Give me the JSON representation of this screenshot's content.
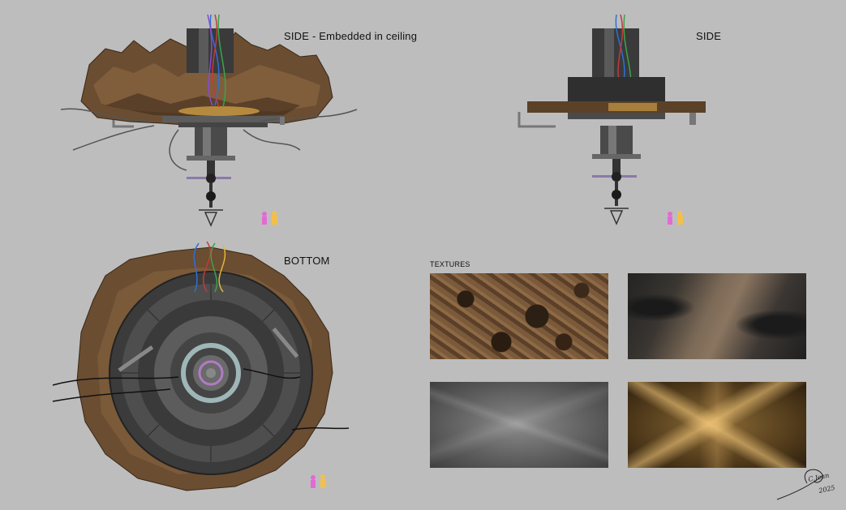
{
  "labels": {
    "side_embedded": "SIDE - Embedded in ceiling",
    "side": "SIDE",
    "bottom": "BOTTOM",
    "textures": "TEXTURES"
  },
  "signature": {
    "name": "C.Jean",
    "year": "2025"
  },
  "colors": {
    "background": "#bdbdbd",
    "rock": "#6b4d31",
    "metal": "#4a4a4a",
    "brass": "#b58a3e"
  }
}
